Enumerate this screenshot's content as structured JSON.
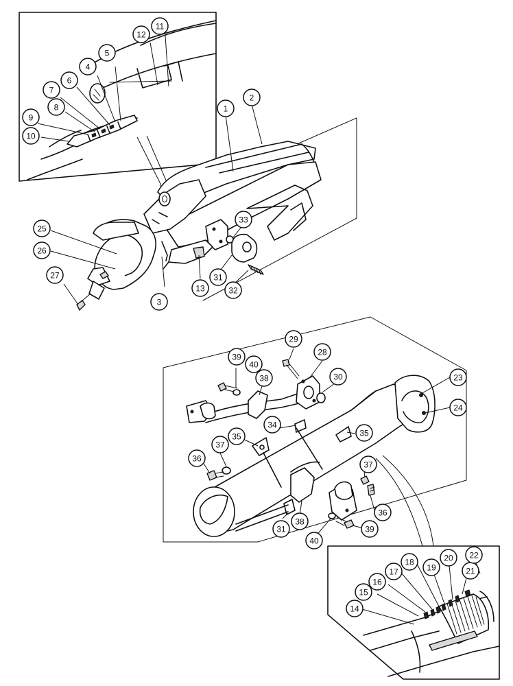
{
  "diagram": {
    "callouts": [
      {
        "id": "c1",
        "label": "1"
      },
      {
        "id": "c2",
        "label": "2"
      },
      {
        "id": "c3",
        "label": "3"
      },
      {
        "id": "c4",
        "label": "4"
      },
      {
        "id": "c5",
        "label": "5"
      },
      {
        "id": "c6",
        "label": "6"
      },
      {
        "id": "c7",
        "label": "7"
      },
      {
        "id": "c8",
        "label": "8"
      },
      {
        "id": "c9",
        "label": "9"
      },
      {
        "id": "c10",
        "label": "10"
      },
      {
        "id": "c11",
        "label": "11"
      },
      {
        "id": "c12",
        "label": "12"
      },
      {
        "id": "c13",
        "label": "13"
      },
      {
        "id": "c14",
        "label": "14"
      },
      {
        "id": "c15",
        "label": "15"
      },
      {
        "id": "c16",
        "label": "16"
      },
      {
        "id": "c17",
        "label": "17"
      },
      {
        "id": "c18",
        "label": "18"
      },
      {
        "id": "c19",
        "label": "19"
      },
      {
        "id": "c20",
        "label": "20"
      },
      {
        "id": "c21",
        "label": "21"
      },
      {
        "id": "c22",
        "label": "22"
      },
      {
        "id": "c23",
        "label": "23"
      },
      {
        "id": "c24",
        "label": "24"
      },
      {
        "id": "c25",
        "label": "25"
      },
      {
        "id": "c26",
        "label": "26"
      },
      {
        "id": "c27",
        "label": "27"
      },
      {
        "id": "c28",
        "label": "28"
      },
      {
        "id": "c29",
        "label": "29"
      },
      {
        "id": "c30",
        "label": "30"
      },
      {
        "id": "c31a",
        "label": "31"
      },
      {
        "id": "c31b",
        "label": "31"
      },
      {
        "id": "c32",
        "label": "32"
      },
      {
        "id": "c33",
        "label": "33"
      },
      {
        "id": "c34",
        "label": "34"
      },
      {
        "id": "c35a",
        "label": "35"
      },
      {
        "id": "c35b",
        "label": "35"
      },
      {
        "id": "c36a",
        "label": "36"
      },
      {
        "id": "c36b",
        "label": "36"
      },
      {
        "id": "c37a",
        "label": "37"
      },
      {
        "id": "c37b",
        "label": "37"
      },
      {
        "id": "c38a",
        "label": "38"
      },
      {
        "id": "c38b",
        "label": "38"
      },
      {
        "id": "c39a",
        "label": "39"
      },
      {
        "id": "c39b",
        "label": "39"
      },
      {
        "id": "c40a",
        "label": "40"
      },
      {
        "id": "c40b",
        "label": "40"
      }
    ]
  }
}
